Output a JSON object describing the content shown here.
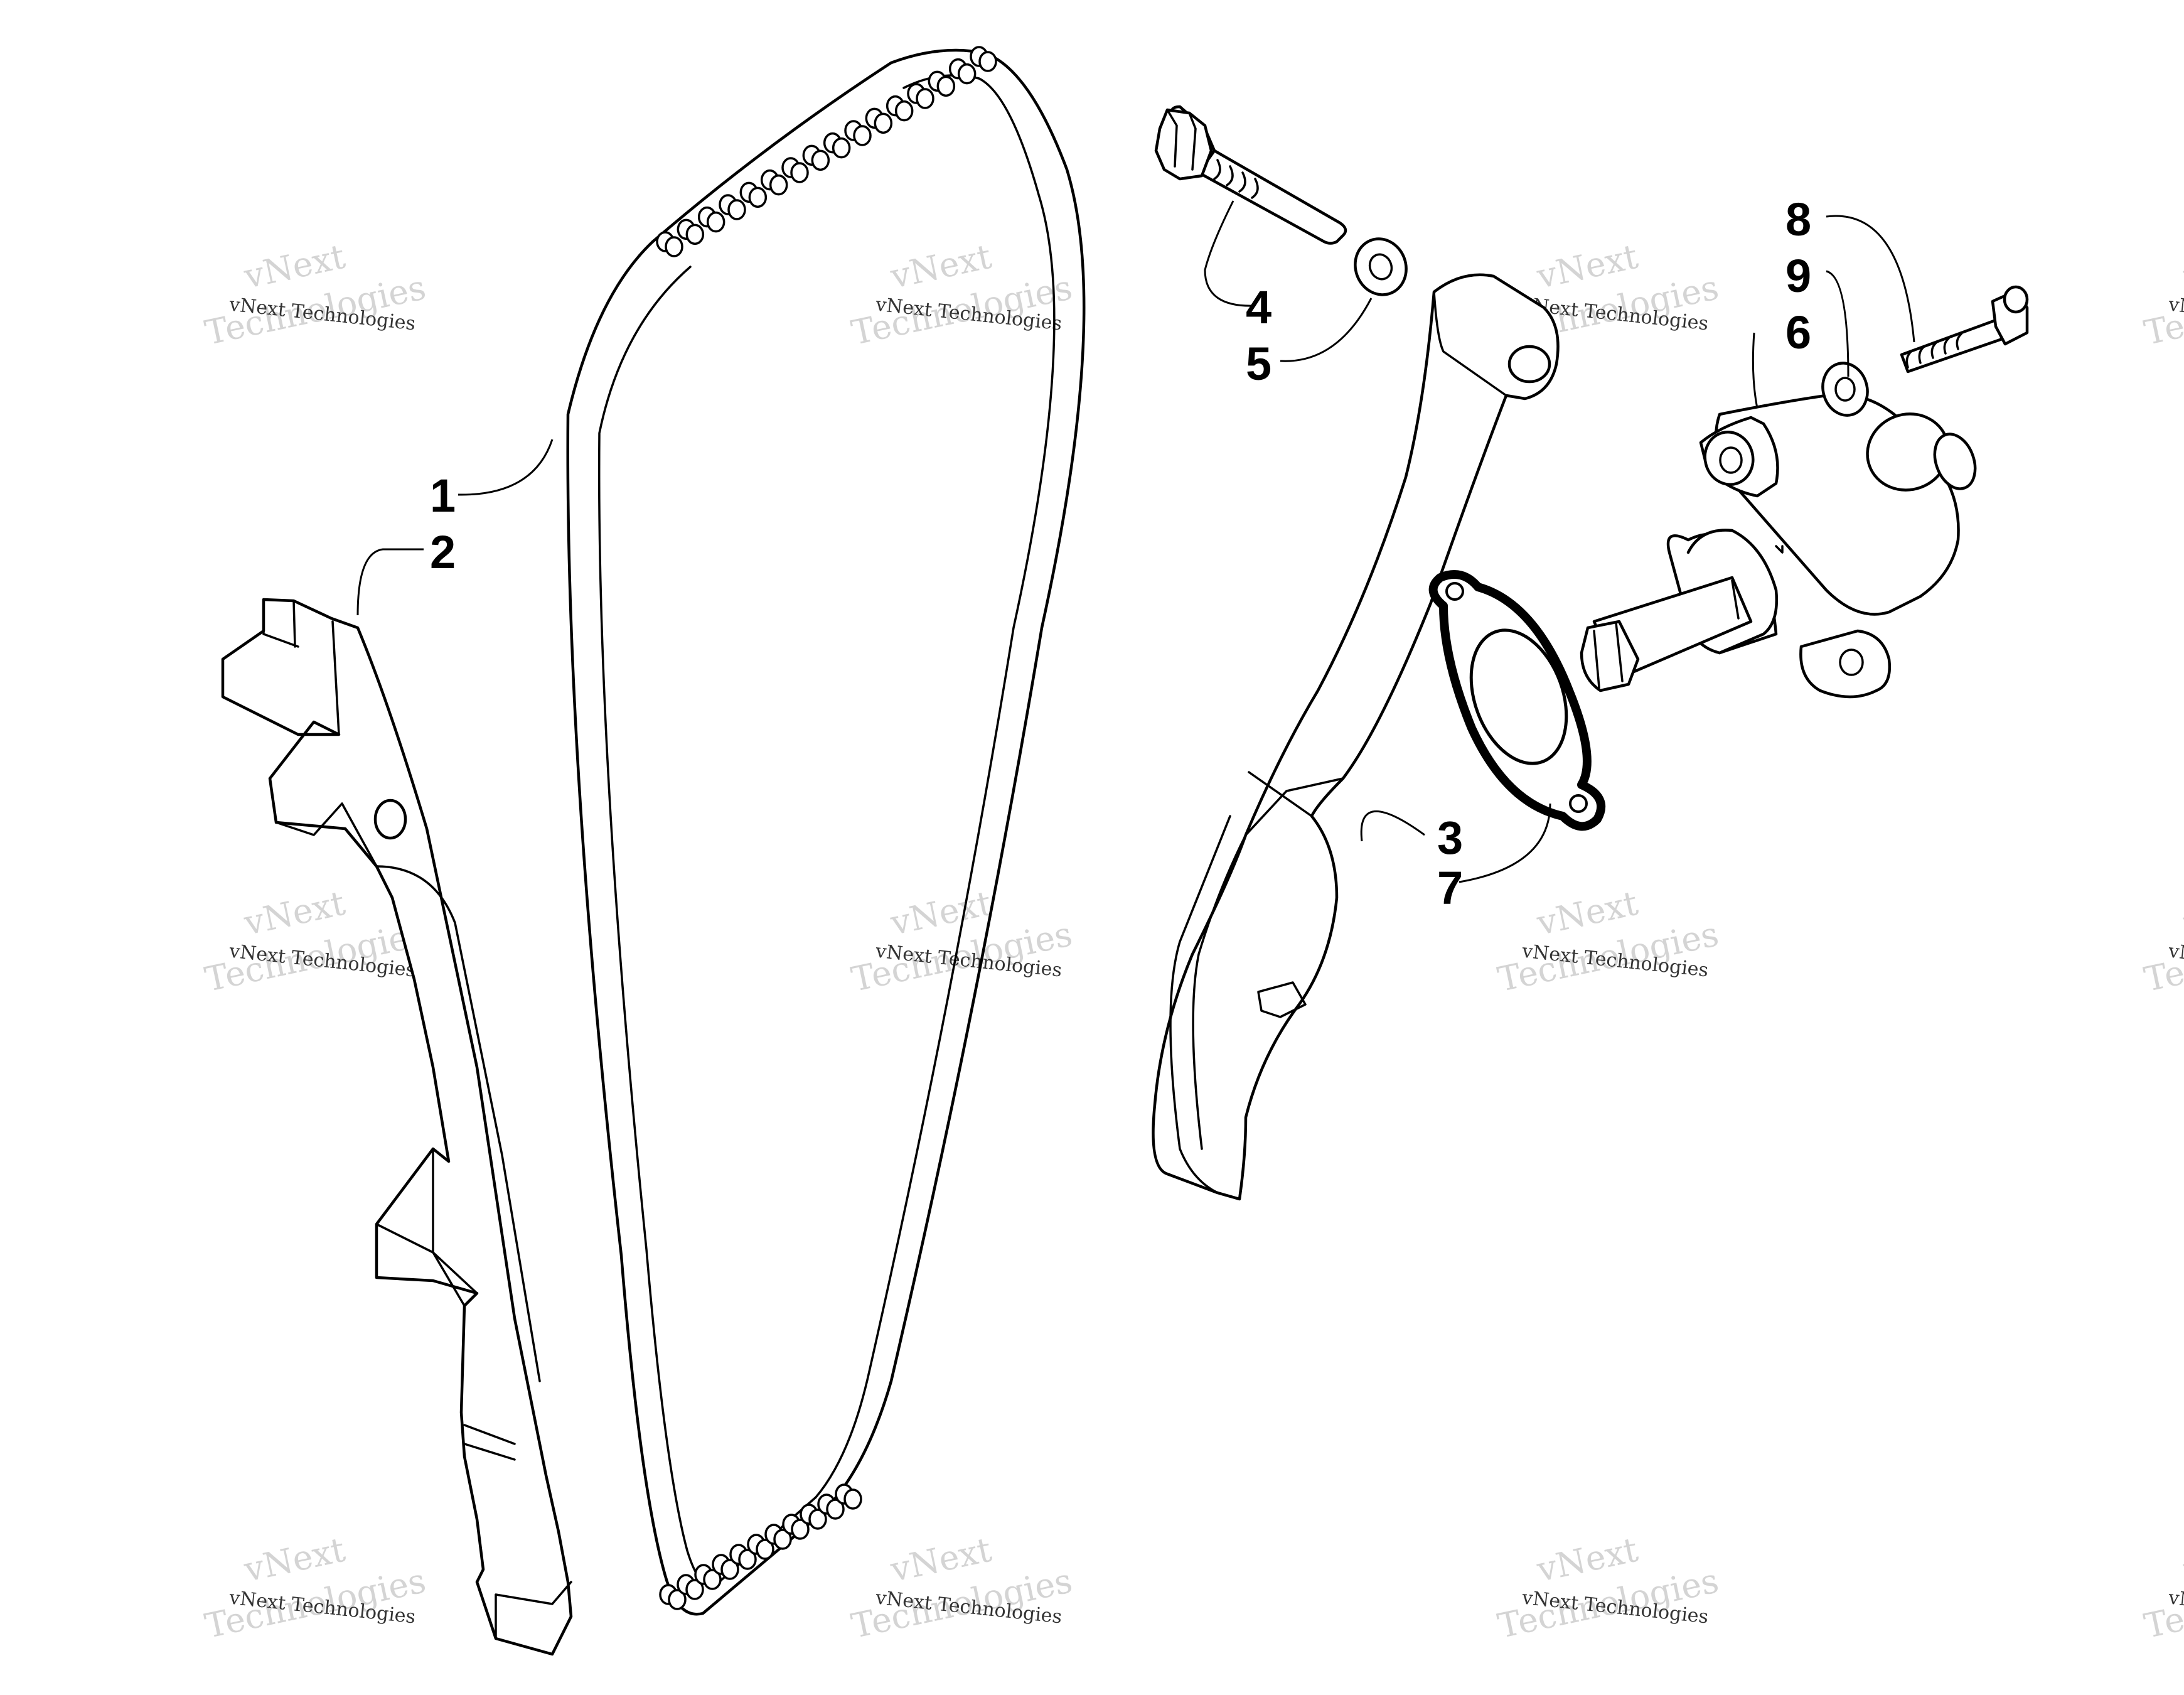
{
  "callouts": [
    {
      "id": "1",
      "text": "1"
    },
    {
      "id": "2",
      "text": "2"
    },
    {
      "id": "3",
      "text": "3"
    },
    {
      "id": "4",
      "text": "4"
    },
    {
      "id": "5",
      "text": "5"
    },
    {
      "id": "6",
      "text": "6"
    },
    {
      "id": "7",
      "text": "7"
    },
    {
      "id": "8",
      "text": "8"
    },
    {
      "id": "9",
      "text": "9"
    }
  ],
  "watermark": {
    "small": "vNext Technologies",
    "big_line1": "vNext",
    "big_line2": "Technologies"
  }
}
